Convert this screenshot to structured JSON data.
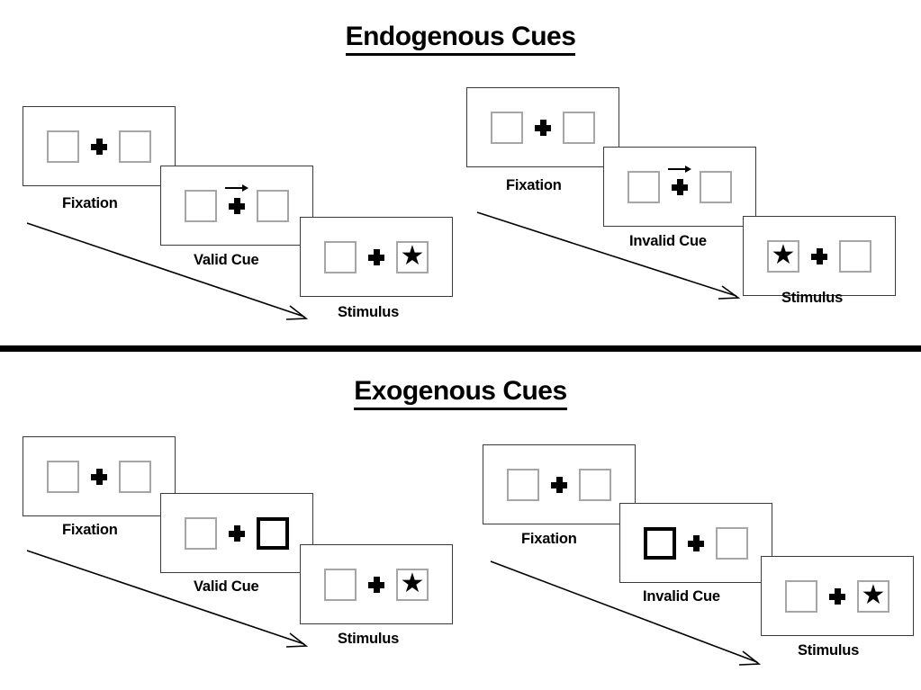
{
  "figure": {
    "title_endogenous": "Endogenous Cues",
    "title_exogenous": "Exogenous Cues"
  },
  "labels": {
    "fixation": "Fixation",
    "valid_cue": "Valid Cue",
    "invalid_cue": "Invalid Cue",
    "stimulus": "Stimulus"
  },
  "glyphs": {
    "star": "★"
  },
  "colors": {
    "frame_border": "#3b3b3b",
    "box_border": "#a6a6a6",
    "cue_border": "#000000",
    "text": "#000000",
    "background": "#ffffff"
  },
  "sections": [
    {
      "id": "endogenous",
      "title": "Endogenous Cues",
      "cue_type": "central-arrow",
      "sequences": [
        {
          "id": "endogenous-valid",
          "validity": "valid",
          "steps": [
            {
              "name": "fixation",
              "label": "Fixation",
              "left_box": "empty",
              "right_box": "empty",
              "center": "plus",
              "target_side": "none"
            },
            {
              "name": "cue",
              "label": "Valid Cue",
              "left_box": "empty",
              "right_box": "empty",
              "center": "plus-arrow-right",
              "target_side": "none"
            },
            {
              "name": "stimulus",
              "label": "Stimulus",
              "left_box": "empty",
              "right_box": "star",
              "center": "plus",
              "target_side": "right"
            }
          ]
        },
        {
          "id": "endogenous-invalid",
          "validity": "invalid",
          "steps": [
            {
              "name": "fixation",
              "label": "Fixation",
              "left_box": "empty",
              "right_box": "empty",
              "center": "plus",
              "target_side": "none"
            },
            {
              "name": "cue",
              "label": "Invalid Cue",
              "left_box": "empty",
              "right_box": "empty",
              "center": "plus-arrow-right",
              "target_side": "none"
            },
            {
              "name": "stimulus",
              "label": "Stimulus",
              "left_box": "star",
              "right_box": "empty",
              "center": "plus",
              "target_side": "left"
            }
          ]
        }
      ]
    },
    {
      "id": "exogenous",
      "title": "Exogenous Cues",
      "cue_type": "peripheral-box-flash",
      "sequences": [
        {
          "id": "exogenous-valid",
          "validity": "valid",
          "steps": [
            {
              "name": "fixation",
              "label": "Fixation",
              "left_box": "empty",
              "right_box": "empty",
              "center": "plus",
              "target_side": "none"
            },
            {
              "name": "cue",
              "label": "Valid Cue",
              "left_box": "empty",
              "right_box": "cued",
              "center": "plus",
              "target_side": "none"
            },
            {
              "name": "stimulus",
              "label": "Stimulus",
              "left_box": "empty",
              "right_box": "star",
              "center": "plus",
              "target_side": "right"
            }
          ]
        },
        {
          "id": "exogenous-invalid",
          "validity": "invalid",
          "steps": [
            {
              "name": "fixation",
              "label": "Fixation",
              "left_box": "empty",
              "right_box": "empty",
              "center": "plus",
              "target_side": "none"
            },
            {
              "name": "cue",
              "label": "Invalid Cue",
              "left_box": "cued",
              "right_box": "empty",
              "center": "plus",
              "target_side": "none"
            },
            {
              "name": "stimulus",
              "label": "Stimulus",
              "left_box": "empty",
              "right_box": "star",
              "center": "plus",
              "target_side": "right"
            }
          ]
        }
      ]
    }
  ]
}
